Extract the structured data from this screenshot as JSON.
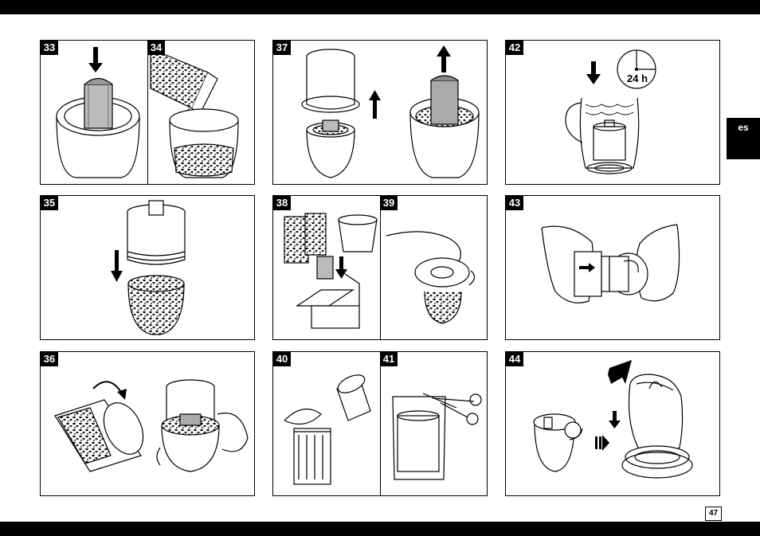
{
  "language_tab": "es",
  "page_number": "47",
  "steps": {
    "s33": "33",
    "s34": "34",
    "s35": "35",
    "s36": "36",
    "s37": "37",
    "s38": "38",
    "s39": "39",
    "s40": "40",
    "s41": "41",
    "s42": "42",
    "s43": "43",
    "s44": "44"
  },
  "clock_label": "24 h",
  "colors": {
    "ink": "#000000",
    "paper": "#ffffff"
  }
}
